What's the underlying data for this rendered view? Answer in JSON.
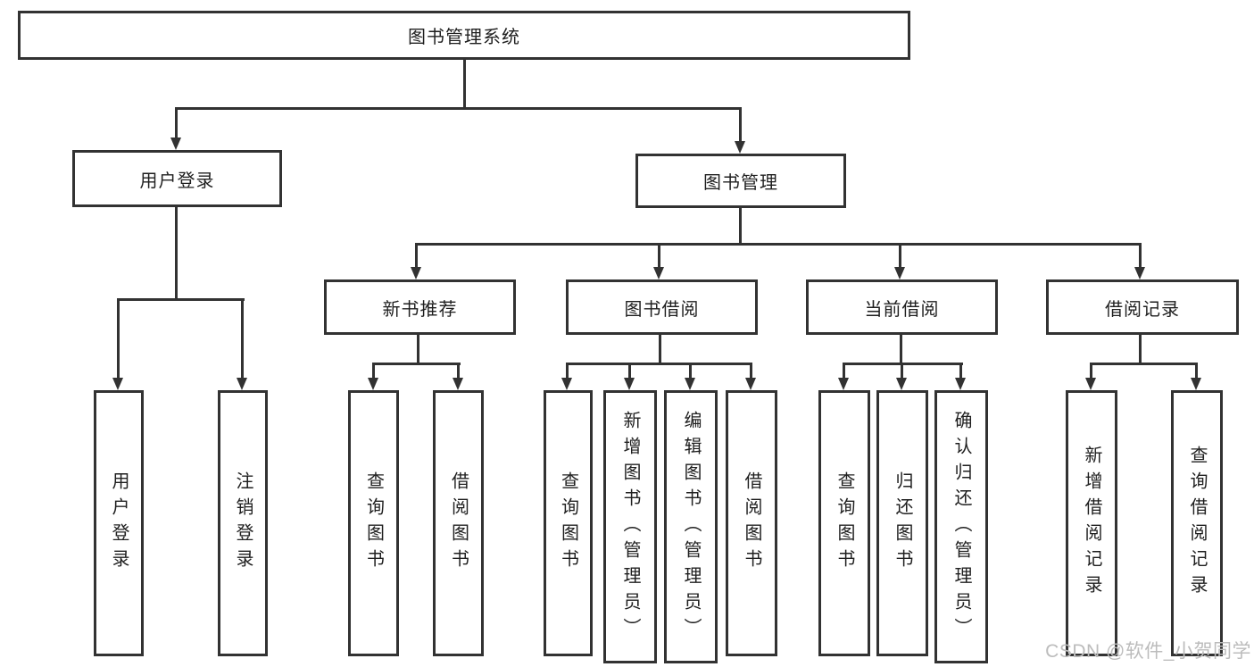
{
  "colors": {
    "line": "#323232",
    "box_border": "#323232",
    "text": "#1f1f1f",
    "background": "#ffffff",
    "watermark": "#bcbcbc"
  },
  "tree": {
    "label": "图书管理系统",
    "children": [
      {
        "label": "用户登录",
        "children": [
          {
            "label": "用户登录"
          },
          {
            "label": "注销登录"
          }
        ]
      },
      {
        "label": "图书管理",
        "children": [
          {
            "label": "新书推荐",
            "children": [
              {
                "label": "查询图书"
              },
              {
                "label": "借阅图书"
              }
            ]
          },
          {
            "label": "图书借阅",
            "children": [
              {
                "label": "查询图书"
              },
              {
                "label": "新增图书（管理员）"
              },
              {
                "label": "编辑图书（管理员）"
              },
              {
                "label": "借阅图书"
              }
            ]
          },
          {
            "label": "当前借阅",
            "children": [
              {
                "label": "查询图书"
              },
              {
                "label": "归还图书"
              },
              {
                "label": "确认归还（管理员）"
              }
            ]
          },
          {
            "label": "借阅记录",
            "children": [
              {
                "label": "新增借阅记录"
              },
              {
                "label": "查询借阅记录"
              }
            ]
          }
        ]
      }
    ]
  },
  "watermark": "CSDN @软件_小贺同学"
}
